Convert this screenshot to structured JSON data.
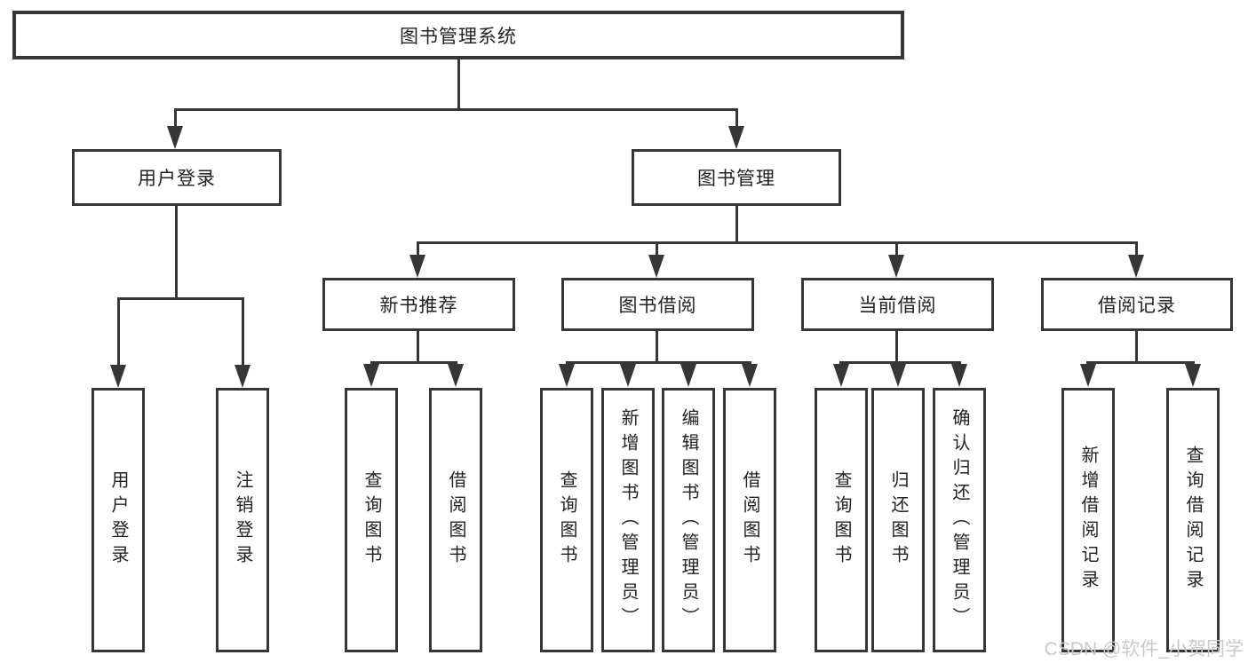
{
  "colors": {
    "line": "#363636",
    "text": "#222222",
    "background": "#ffffff",
    "watermark": "#c9c9c9"
  },
  "watermark": "CSDN @软件_小贺同学",
  "tree": {
    "root": {
      "label": "图书管理系统"
    },
    "branches": [
      {
        "label": "用户登录",
        "children": [
          {
            "label": "用户登录"
          },
          {
            "label": "注销登录"
          }
        ]
      },
      {
        "label": "图书管理",
        "children": [
          {
            "label": "新书推荐",
            "children": [
              {
                "label": "查询图书"
              },
              {
                "label": "借阅图书"
              }
            ]
          },
          {
            "label": "图书借阅",
            "children": [
              {
                "label": "查询图书"
              },
              {
                "label": "新增图书（管理员）"
              },
              {
                "label": "编辑图书（管理员）"
              },
              {
                "label": "借阅图书"
              }
            ]
          },
          {
            "label": "当前借阅",
            "children": [
              {
                "label": "查询图书"
              },
              {
                "label": "归还图书"
              },
              {
                "label": "确认归还（管理员）"
              }
            ]
          },
          {
            "label": "借阅记录",
            "children": [
              {
                "label": "新增借阅记录"
              },
              {
                "label": "查询借阅记录"
              }
            ]
          }
        ]
      }
    ]
  }
}
